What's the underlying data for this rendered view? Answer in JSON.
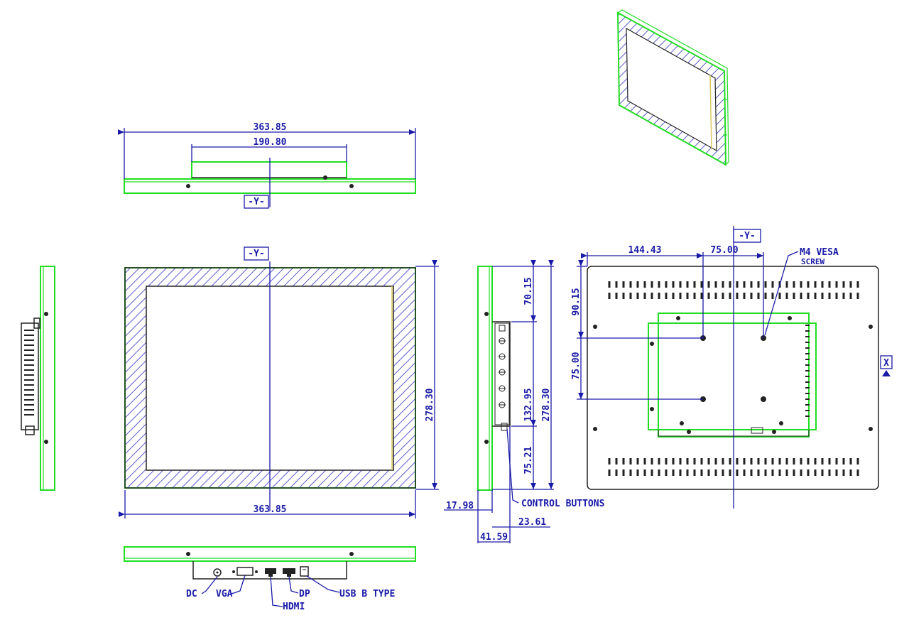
{
  "top_view": {
    "overall_width": "363.85",
    "inner_width": "190.80",
    "axis_tag": "-Y-"
  },
  "front_view": {
    "axis_tag": "-Y-",
    "height": "278.30",
    "width": "363.85"
  },
  "side_view": {
    "dim_top": "70.15",
    "dim_buttons": "132.95",
    "dim_bottom": "75.21",
    "total_height": "278.30",
    "depth_frame": "17.98",
    "depth_total": "41.59",
    "depth_panel": "23.61",
    "control_buttons_label": "CONTROL BUTTONS"
  },
  "rear_view": {
    "axis_y_tag": "-Y-",
    "axis_x_tag": "X",
    "offset_x": "144.43",
    "vesa_x": "75.00",
    "offset_y": "90.15",
    "vesa_y": "75.00",
    "vesa_label_line1": "M4 VESA",
    "vesa_label_line2": "SCREW"
  },
  "bottom_view": {
    "ports": [
      "DC",
      "VGA",
      "HDMI",
      "DP",
      "USB B TYPE"
    ]
  }
}
